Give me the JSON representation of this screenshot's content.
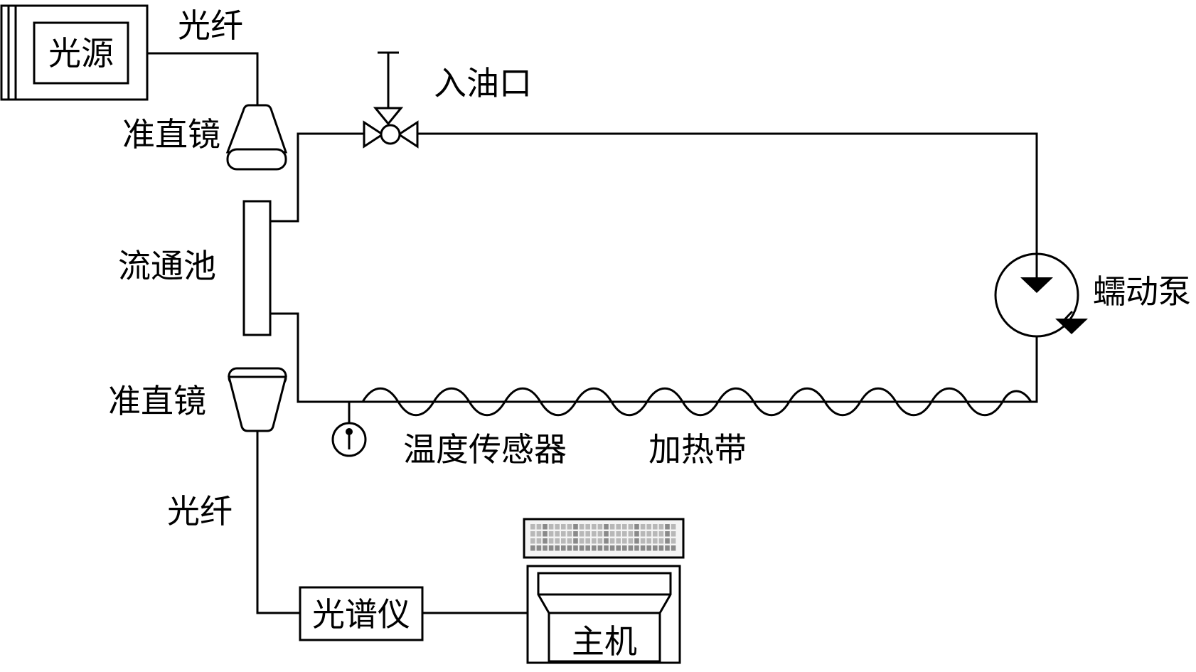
{
  "labels": {
    "light_source": "光源",
    "fiber_top": "光纤",
    "collimator_top": "准直镜",
    "oil_inlet": "入油口",
    "flow_cell": "流通池",
    "pump": "蠕动泵",
    "collimator_bottom": "准直镜",
    "temp_sensor": "温度传感器",
    "heating_band": "加热带",
    "fiber_bottom": "光纤",
    "spectrometer": "光谱仪",
    "host": "主机"
  },
  "colors": {
    "line": "#000000",
    "background": "#ffffff",
    "keyboard_keys": "#b8b8b8"
  }
}
